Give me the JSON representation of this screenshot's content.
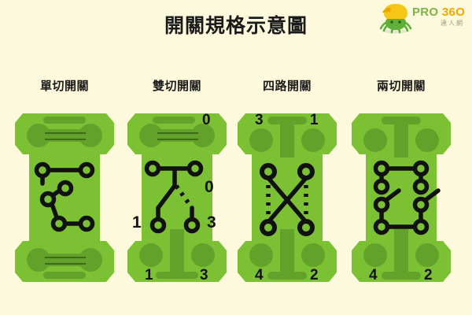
{
  "page": {
    "title": "開關規格示意圖",
    "background_color": "#FCF9DC"
  },
  "brand": {
    "name": "PRO 360",
    "name_prefix": "PRO",
    "name_suffix": " 36O",
    "sub_name": "達人網",
    "mark": "octopus-mascot-icon",
    "accent_color": "#F6A800",
    "green_color": "#7CB342"
  },
  "palette": {
    "plate_light": "#7CC134",
    "plate_shadow": "#63A22A",
    "terminal_dark": "#5E9B23",
    "wire_black": "#111111",
    "label_black": "#111111"
  },
  "switches": [
    {
      "id": "single-pole-switch",
      "caption": "單切開關",
      "type": "single",
      "top_labels": [],
      "schematic_labels": [],
      "bottom_labels": [],
      "terminal_style": "dumbbell"
    },
    {
      "id": "three-way-switch",
      "caption": "雙切開關",
      "type": "three-way",
      "top_labels": [
        "0"
      ],
      "schematic_labels": [
        "0",
        "1",
        "3"
      ],
      "bottom_labels": [
        "1",
        "3"
      ],
      "terminal_style": "dumbbell"
    },
    {
      "id": "four-way-switch",
      "caption": "四路開關",
      "type": "four-way",
      "top_labels": [
        "3",
        "1"
      ],
      "schematic_labels": [],
      "bottom_labels": [
        "4",
        "2"
      ],
      "terminal_style": "split"
    },
    {
      "id": "double-pole-switch",
      "caption": "兩切開關",
      "type": "double-pole",
      "top_labels": [],
      "schematic_labels": [],
      "bottom_labels": [
        "4",
        "2"
      ],
      "terminal_style": "split"
    }
  ]
}
